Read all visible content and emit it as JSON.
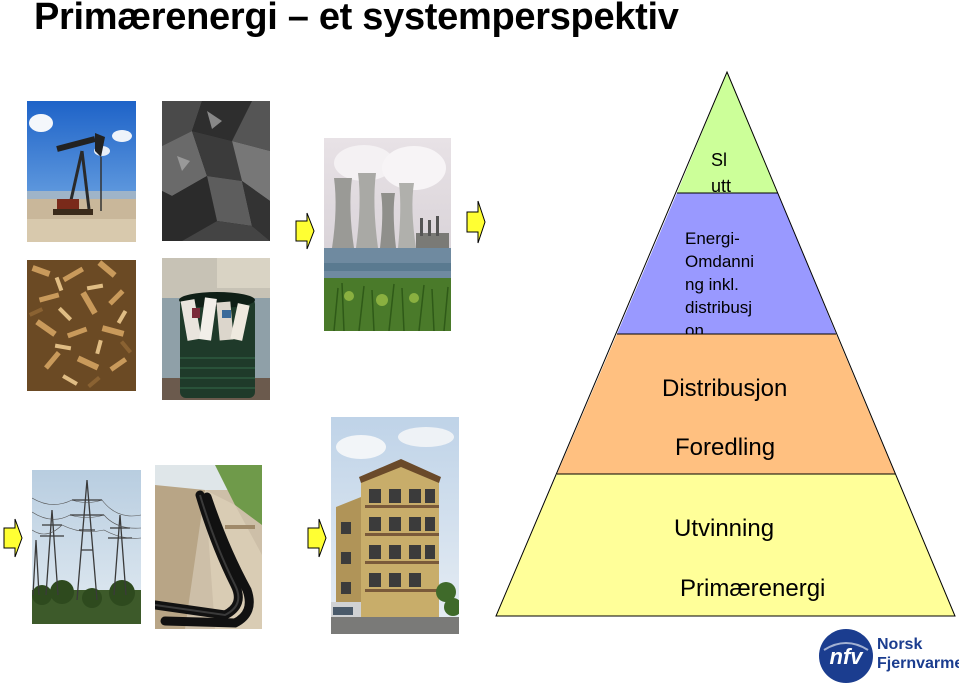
{
  "slide": {
    "title": "Primærenergi – et systemperspektiv"
  },
  "pyramid": {
    "levels": [
      {
        "id": "top",
        "lines": [
          "Sl",
          "utt"
        ],
        "color": "#ccff99"
      },
      {
        "id": "conversion",
        "lines": [
          "Energi-",
          "Omdanni",
          "ng inkl.",
          "distribusj",
          "on"
        ],
        "color": "#9999ff"
      },
      {
        "id": "middle",
        "lines": [
          "Distribusjon",
          "Foredling"
        ],
        "color": "#ffc080"
      },
      {
        "id": "base",
        "lines": [
          "Utvinning",
          "Primærenergi"
        ],
        "color": "#ffff99"
      }
    ]
  },
  "photos": [
    {
      "id": "oil-pump",
      "icon": "oil-pump-photo"
    },
    {
      "id": "coal",
      "icon": "coal-photo"
    },
    {
      "id": "wood-chips",
      "icon": "wood-chips-photo"
    },
    {
      "id": "waste-bin",
      "icon": "waste-bin-photo"
    },
    {
      "id": "power-plant",
      "icon": "power-plant-cooling-towers-photo"
    },
    {
      "id": "power-lines",
      "icon": "power-lines-photo"
    },
    {
      "id": "district-heating-pipes",
      "icon": "pipes-photo"
    },
    {
      "id": "building",
      "icon": "building-photo"
    }
  ],
  "logo": {
    "mark": "nfv",
    "line1": "Norsk",
    "line2": "Fjernvarme",
    "color": "#1b3d8f"
  }
}
